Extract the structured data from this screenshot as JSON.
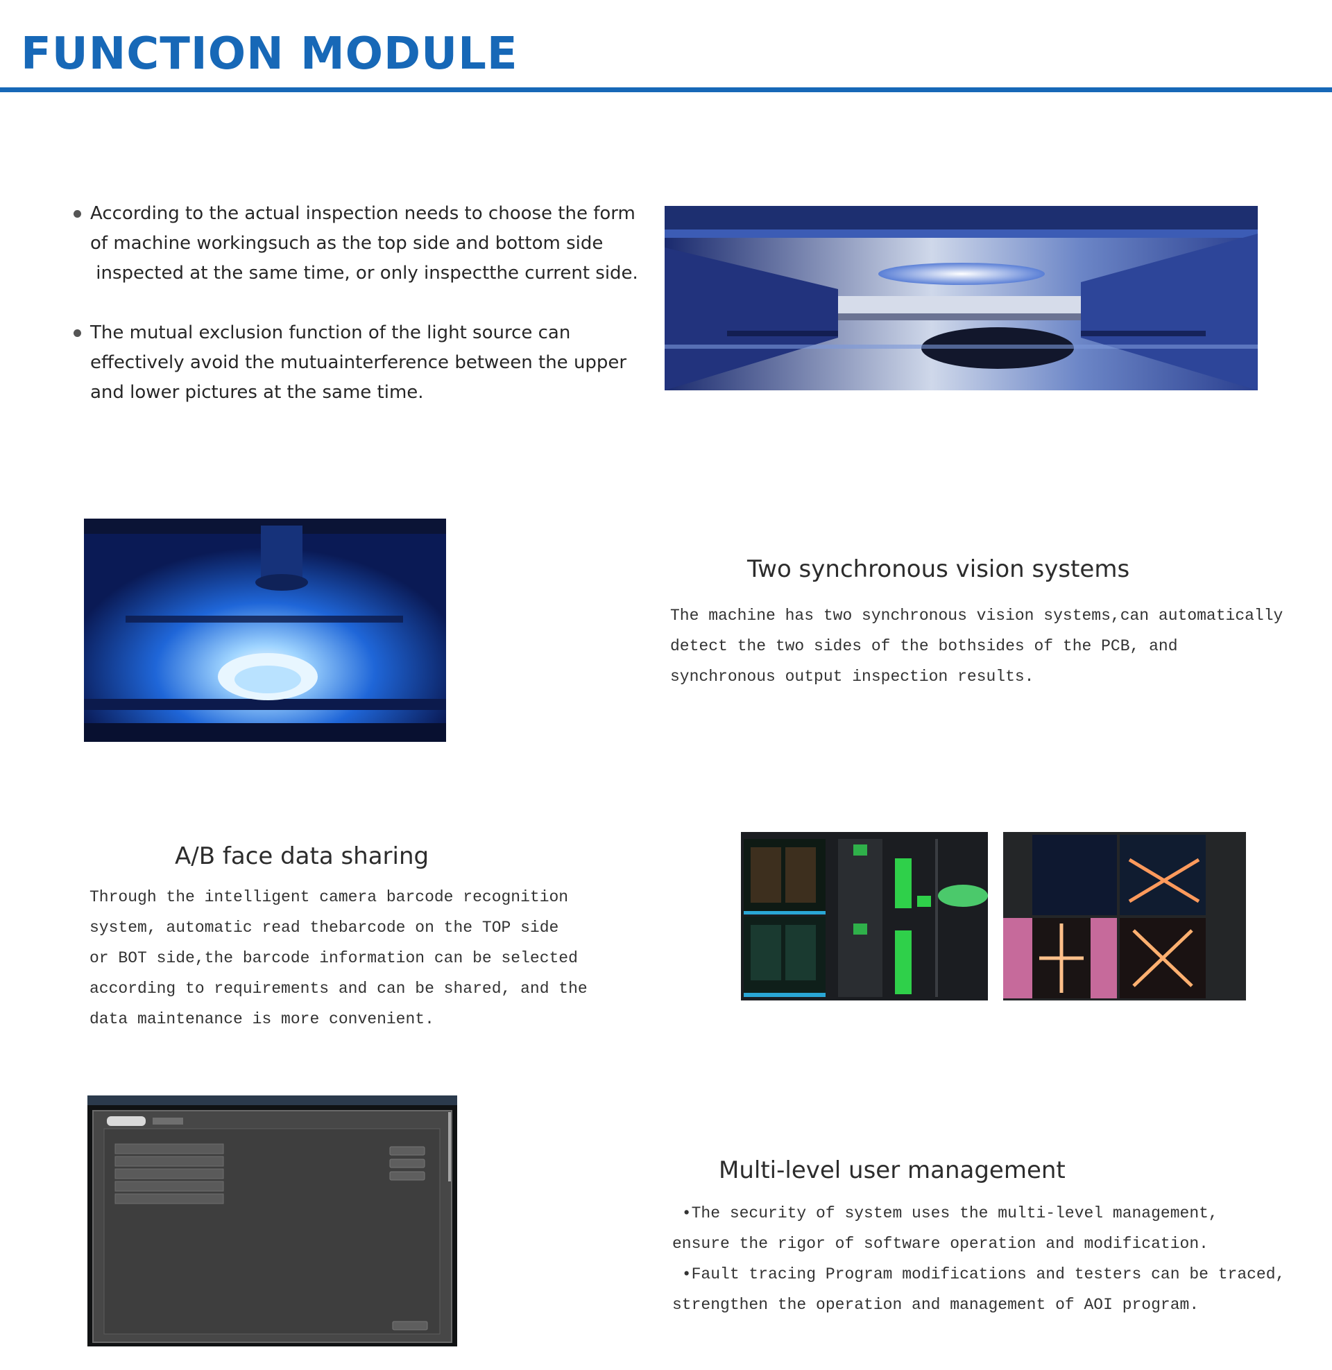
{
  "header": {
    "title": "FUNCTION MODULE"
  },
  "intro": {
    "bullets": [
      {
        "lines": [
          "According to the actual inspection needs to choose the form",
          "of machine workingsuch as the top side and bottom side",
          " inspected at the same time, or only inspectthe current side."
        ]
      },
      {
        "lines": [
          "The mutual exclusion function of the light source can",
          "effectively avoid the mutuainterference between the upper",
          "and lower pictures at the same time."
        ]
      }
    ]
  },
  "sync_vision": {
    "heading": "Two synchronous vision systems",
    "lines": [
      "The machine has two synchronous vision systems,can automatically",
      "detect the two sides of the bothsides of the PCB, and",
      "synchronous output inspection results."
    ]
  },
  "ab_sharing": {
    "heading": "A/B face data sharing",
    "lines": [
      "Through the intelligent camera barcode recognition",
      "system, automatic read thebarcode on the TOP side",
      "or BOT side,the barcode information can be selected",
      "according to requirements and can be shared, and the",
      "data maintenance is more convenient."
    ]
  },
  "user_mgmt": {
    "heading": "Multi-level user management",
    "lines": [
      " •The security of system uses the multi-level management,",
      "ensure the rigor of software operation and modification.",
      " •Fault tracing Program modifications and testers can be traced,",
      "strengthen the operation and management of AOI program."
    ]
  },
  "colors": {
    "accent": "#1768b7",
    "text": "#2a2a2a"
  },
  "images": {
    "machine_interior": "machine-interior-photo",
    "light_source": "blue-light-source-photo",
    "inspection_screens": "inspection-software-screenshots",
    "user_dialog": "user-management-dialog-screenshot"
  }
}
